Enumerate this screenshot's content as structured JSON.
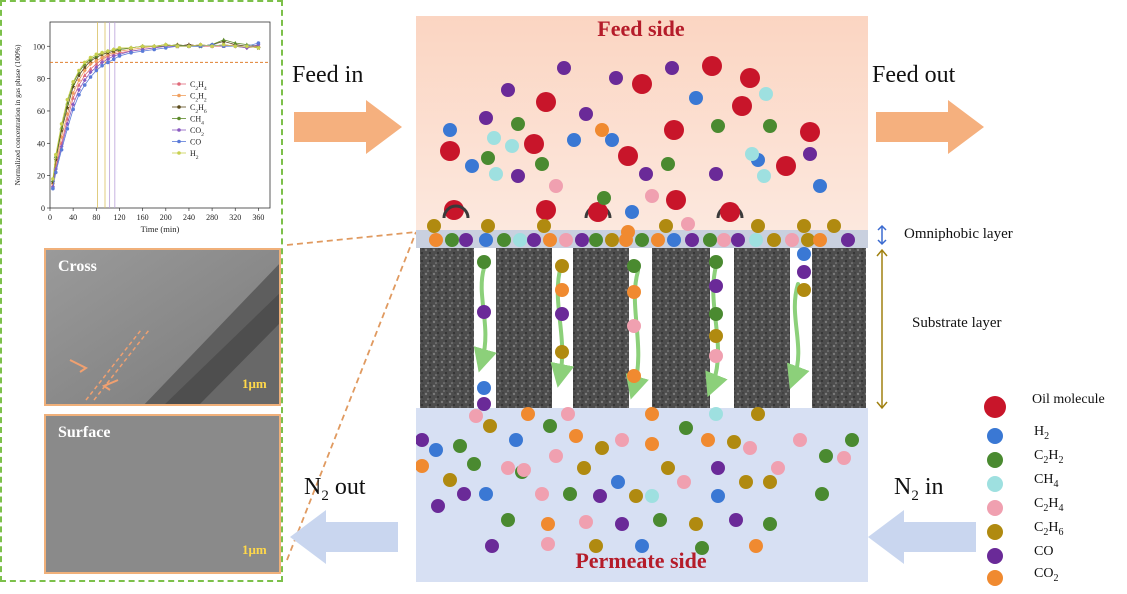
{
  "chart_data": {
    "type": "line",
    "ylabel": "Normalized concentration in gas phase (100%)",
    "xlabel": "Time (min)",
    "xlim": [
      0,
      380
    ],
    "ylim": [
      0,
      115
    ],
    "xticks": [
      0,
      40,
      80,
      120,
      160,
      200,
      240,
      280,
      320,
      360
    ],
    "yticks": [
      0,
      20,
      40,
      60,
      80,
      100
    ],
    "reference_line_y": 90,
    "vertical_lines_x": [
      82,
      95,
      103,
      112
    ],
    "series": [
      {
        "name": "C2H4",
        "color": "#e06a7a",
        "marker": "triangle",
        "x": [
          5,
          10,
          20,
          30,
          40,
          50,
          60,
          70,
          80,
          90,
          100,
          110,
          120,
          140,
          160,
          180,
          200,
          220,
          240,
          260,
          280,
          300,
          320,
          340,
          360
        ],
        "y": [
          14,
          25,
          40,
          55,
          68,
          76,
          82,
          86,
          89,
          92,
          94,
          95,
          96,
          97,
          98,
          99,
          100,
          100,
          101,
          100,
          100,
          100,
          101,
          100,
          100
        ]
      },
      {
        "name": "C2H2",
        "color": "#f0a060",
        "marker": "diamond",
        "x": [
          5,
          10,
          20,
          30,
          40,
          50,
          60,
          70,
          80,
          90,
          100,
          110,
          120,
          140,
          160,
          180,
          200,
          220,
          240,
          260,
          280,
          300,
          320,
          340,
          360
        ],
        "y": [
          15,
          27,
          44,
          58,
          71,
          79,
          85,
          89,
          91,
          93,
          95,
          96,
          97,
          98,
          99,
          100,
          100,
          101,
          100,
          101,
          100,
          101,
          100,
          99,
          100
        ]
      },
      {
        "name": "C2H6",
        "color": "#5a4a1a",
        "marker": "star",
        "x": [
          5,
          10,
          20,
          30,
          40,
          50,
          60,
          70,
          80,
          90,
          100,
          110,
          120,
          140,
          160,
          180,
          200,
          220,
          240,
          260,
          280,
          300,
          320,
          340,
          360
        ],
        "y": [
          16,
          30,
          48,
          62,
          75,
          82,
          87,
          91,
          93,
          95,
          96,
          97,
          98,
          99,
          100,
          100,
          101,
          100,
          101,
          100,
          101,
          103,
          101,
          100,
          99
        ]
      },
      {
        "name": "CH4",
        "color": "#5d8a2a",
        "marker": "triangle",
        "x": [
          5,
          10,
          20,
          30,
          40,
          50,
          60,
          70,
          80,
          90,
          100,
          110,
          120,
          140,
          160,
          180,
          200,
          220,
          240,
          260,
          280,
          300,
          320,
          340,
          360
        ],
        "y": [
          17,
          32,
          50,
          65,
          77,
          84,
          89,
          92,
          94,
          96,
          97,
          98,
          98,
          99,
          100,
          100,
          100,
          101,
          100,
          100,
          101,
          104,
          102,
          101,
          100
        ]
      },
      {
        "name": "CO2",
        "color": "#8a5ac0",
        "marker": "diamond",
        "x": [
          5,
          10,
          20,
          30,
          40,
          50,
          60,
          70,
          80,
          90,
          100,
          110,
          120,
          140,
          160,
          180,
          200,
          220,
          240,
          260,
          280,
          300,
          320,
          340,
          360
        ],
        "y": [
          13,
          24,
          38,
          52,
          64,
          73,
          79,
          84,
          87,
          90,
          92,
          94,
          95,
          97,
          98,
          99,
          100,
          100,
          100,
          101,
          100,
          101,
          100,
          99,
          101
        ]
      },
      {
        "name": "CO",
        "color": "#5a7ad8",
        "marker": "circle",
        "x": [
          5,
          10,
          20,
          30,
          40,
          50,
          60,
          70,
          80,
          90,
          100,
          110,
          120,
          140,
          160,
          180,
          200,
          220,
          240,
          260,
          280,
          300,
          320,
          340,
          360
        ],
        "y": [
          12,
          22,
          36,
          49,
          61,
          70,
          76,
          81,
          85,
          88,
          90,
          92,
          94,
          96,
          97,
          98,
          99,
          100,
          100,
          100,
          101,
          100,
          100,
          100,
          102
        ]
      },
      {
        "name": "H2",
        "color": "#c8d050",
        "marker": "circle",
        "x": [
          5,
          10,
          20,
          30,
          40,
          50,
          60,
          70,
          80,
          90,
          100,
          110,
          120,
          140,
          160,
          180,
          200,
          220,
          240,
          260,
          280,
          300,
          320,
          340,
          360
        ],
        "y": [
          18,
          33,
          52,
          67,
          78,
          85,
          90,
          93,
          95,
          96,
          97,
          98,
          99,
          99,
          100,
          100,
          101,
          100,
          100,
          101,
          100,
          101,
          100,
          100,
          99
        ]
      }
    ]
  },
  "panels": {
    "cross": {
      "label": "Cross",
      "scale": "1μm"
    },
    "surface": {
      "label": "Surface",
      "scale": "1μm"
    }
  },
  "flows": {
    "feed_in": "Feed in",
    "feed_out": "Feed out",
    "n2_out": "N",
    "n2_out_sub": "2",
    "n2_out_rest": " out",
    "n2_in": "N",
    "n2_in_sub": "2",
    "n2_in_rest": " in"
  },
  "membrane": {
    "feed_side": "Feed side",
    "permeate_side": "Permeate side",
    "omniphobic_layer": "Omniphobic layer",
    "substrate_layer": "Substrate layer"
  },
  "legend": [
    {
      "name": "Oil molecule",
      "color": "#c8152a",
      "big": true
    },
    {
      "name": "H2",
      "color": "#3a78d4"
    },
    {
      "name": "C2H2",
      "color": "#4a8a30"
    },
    {
      "name": "CH4",
      "color": "#9ee0e0"
    },
    {
      "name": "C2H4",
      "color": "#f0a0b0"
    },
    {
      "name": "C2H6",
      "color": "#b08a10"
    },
    {
      "name": "CO",
      "color": "#6a2a98"
    },
    {
      "name": "CO2",
      "color": "#f08a30"
    }
  ],
  "colors": {
    "feed_gradient_top": "#fbd7c4",
    "feed_gradient_bottom": "#fbe7dd",
    "permeate_bg": "#d7e0f3",
    "omniphobic_bg": "#c8d0e0",
    "substrate_dark": "#4a4a4a",
    "arrow_orange": "#f5b07e",
    "arrow_blue": "#c9d6ef",
    "panel_border": "#7cc04a",
    "red_title": "#b51c2a"
  }
}
